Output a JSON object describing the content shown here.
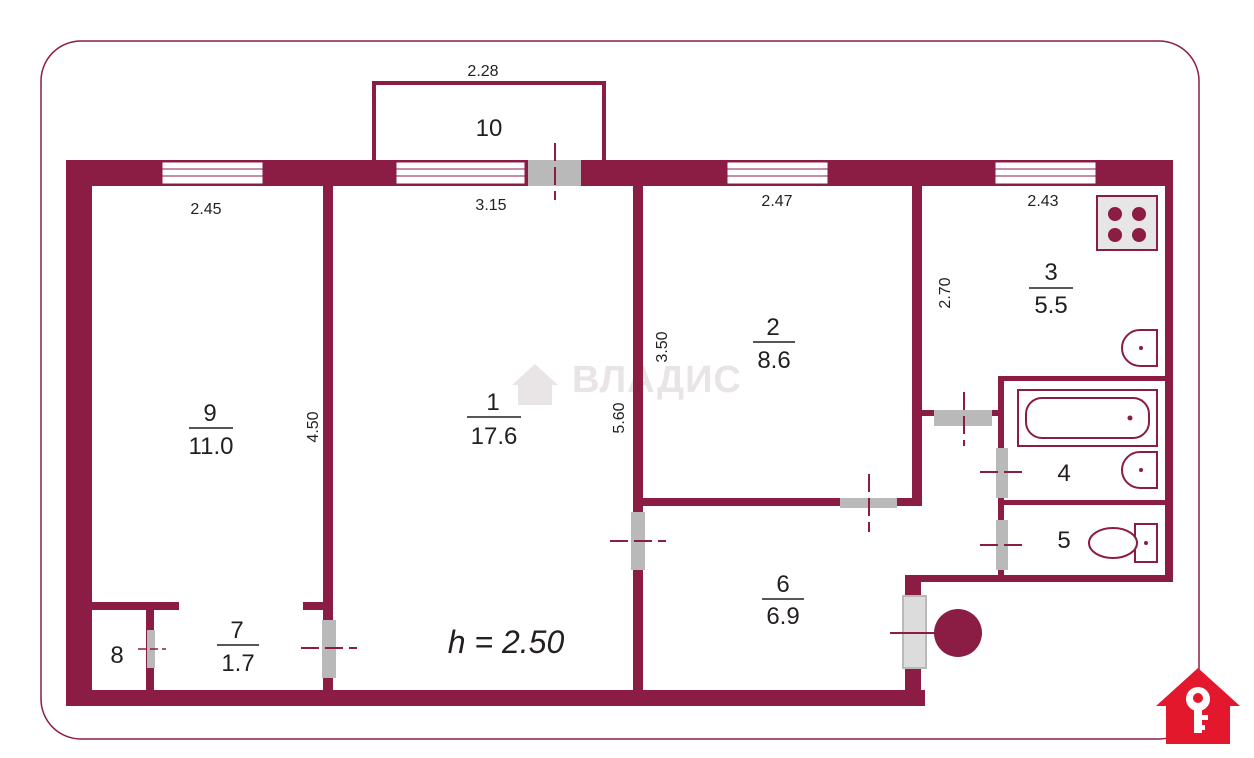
{
  "colors": {
    "wall": "#8b1c44",
    "door": "#b9b9b9",
    "frame": "#8b1c44"
  },
  "watermark": "ВЛАДИС",
  "ceiling_height": "h = 2.50",
  "rooms": [
    {
      "number": "1",
      "area": "17.6"
    },
    {
      "number": "2",
      "area": "8.6"
    },
    {
      "number": "3",
      "area": "5.5"
    },
    {
      "number": "4"
    },
    {
      "number": "5"
    },
    {
      "number": "6",
      "area": "6.9"
    },
    {
      "number": "7",
      "area": "1.7"
    },
    {
      "number": "8"
    },
    {
      "number": "9",
      "area": "11.0"
    },
    {
      "number": "10"
    }
  ],
  "dimensions": {
    "balcony_width": "2.28",
    "room9_width": "2.45",
    "room1_width": "3.15",
    "room2_width": "2.47",
    "room3_width": "2.43",
    "room9_length": "4.50",
    "room1_length": "5.60",
    "room2_length": "3.50",
    "room3_length": "2.70"
  },
  "icons": [
    "stove-icon",
    "sink-icon",
    "bathtub-icon",
    "toilet-icon",
    "riser-icon",
    "logo-key-icon",
    "watermark-house-icon"
  ]
}
